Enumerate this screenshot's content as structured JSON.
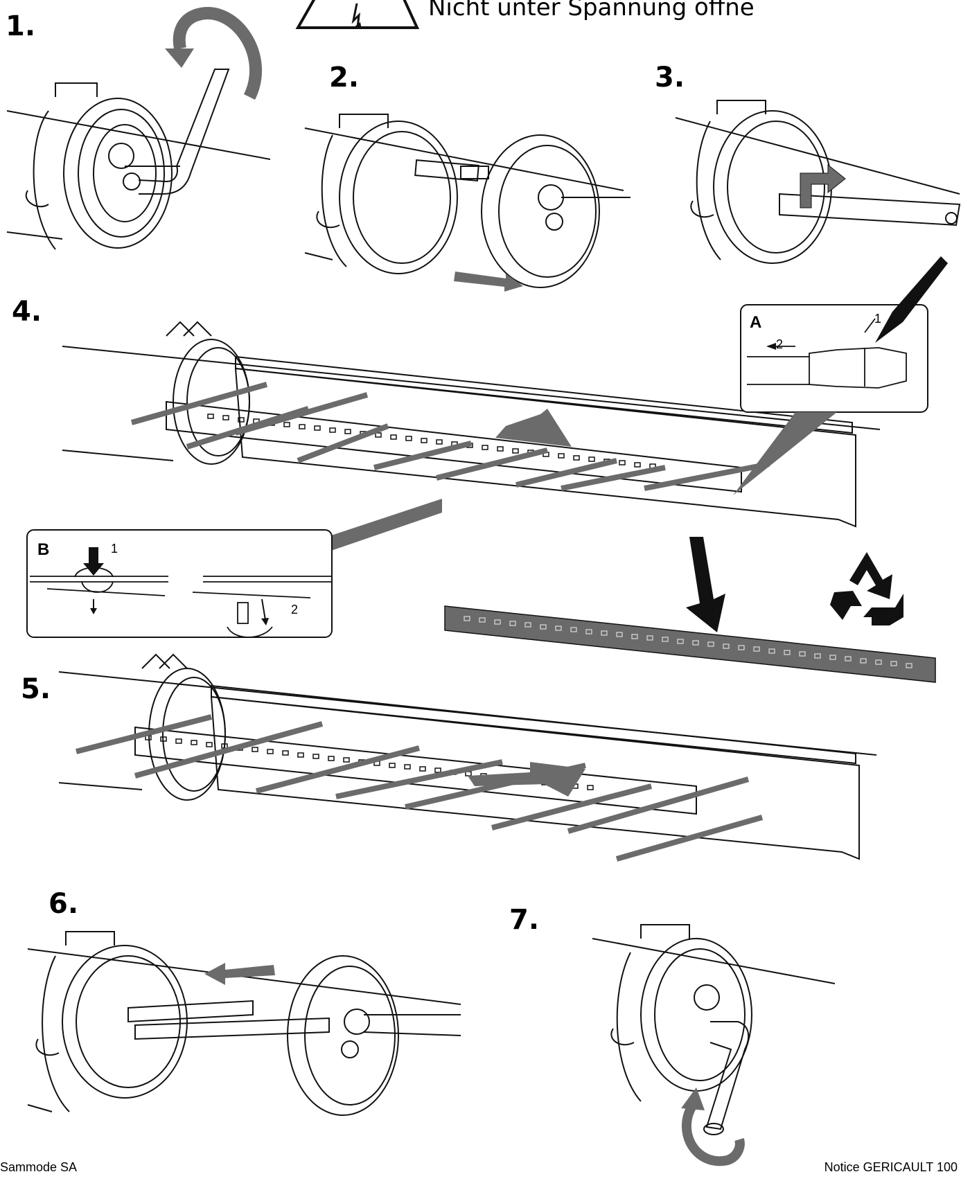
{
  "warning": {
    "text": "Nicht unter Spannung öffne",
    "icon": "electric-warning-triangle-icon"
  },
  "steps": {
    "s1": "1.",
    "s2": "2.",
    "s3": "3.",
    "s4": "4.",
    "s5": "5.",
    "s6": "6.",
    "s7": "7."
  },
  "insets": {
    "a": {
      "label": "A",
      "num1": "1",
      "num2": "2"
    },
    "b": {
      "label": "B",
      "num1": "1",
      "num2": "2"
    }
  },
  "footer": {
    "left": "Sammode SA",
    "right": "Notice GERICAULT 100"
  },
  "colors": {
    "arrow": "#6b6b6b",
    "strip": "#6a6a6a",
    "line": "#111111"
  }
}
